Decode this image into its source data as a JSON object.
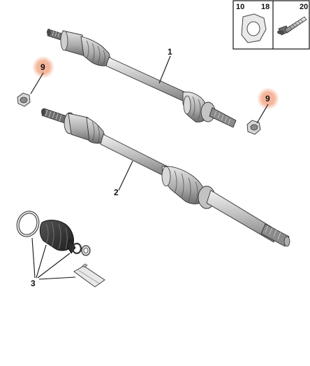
{
  "callouts": {
    "shaft_upper": "1",
    "shaft_lower": "2",
    "boot_kit": "3",
    "nut_left": "9",
    "nut_right": "9"
  },
  "inset": {
    "left_a": "10",
    "left_b": "18",
    "right": "20"
  },
  "colors": {
    "highlight": "#f4b59a",
    "line": "#111111",
    "part_fill": "#d9d9d9",
    "part_dark": "#8a8a8a",
    "boot_black": "#2a2a2a"
  }
}
